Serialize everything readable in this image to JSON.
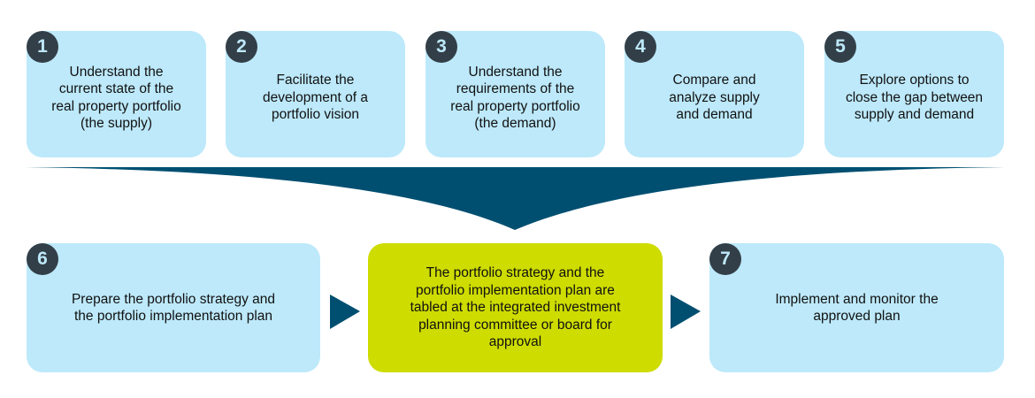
{
  "colors": {
    "step_box": "#bde9fa",
    "approval_box": "#cedc00",
    "badge": "#333f48",
    "badge_text": "#bde9fa",
    "funnel": "#004f71",
    "arrow": "#004f71"
  },
  "top_steps": [
    {
      "number": "1",
      "text": "Understand the\ncurrent state of the\nreal property portfolio\n(the supply)"
    },
    {
      "number": "2",
      "text": "Facilitate the\ndevelopment of a\nportfolio vision"
    },
    {
      "number": "3",
      "text": "Understand the\nrequirements of the\nreal property portfolio\n(the demand)"
    },
    {
      "number": "4",
      "text": "Compare and\nanalyze supply\nand demand"
    },
    {
      "number": "5",
      "text": "Explore options to\nclose the gap between\nsupply and demand"
    }
  ],
  "bottom_steps": {
    "step6": {
      "number": "6",
      "text": "Prepare the portfolio strategy and\nthe portfolio implementation plan"
    },
    "approval": {
      "text": "The portfolio strategy and the\nportfolio implementation plan are\ntabled at the integrated investment\nplanning committee or board for\napproval"
    },
    "step7": {
      "number": "7",
      "text": "Implement and monitor the\napproved plan"
    }
  }
}
